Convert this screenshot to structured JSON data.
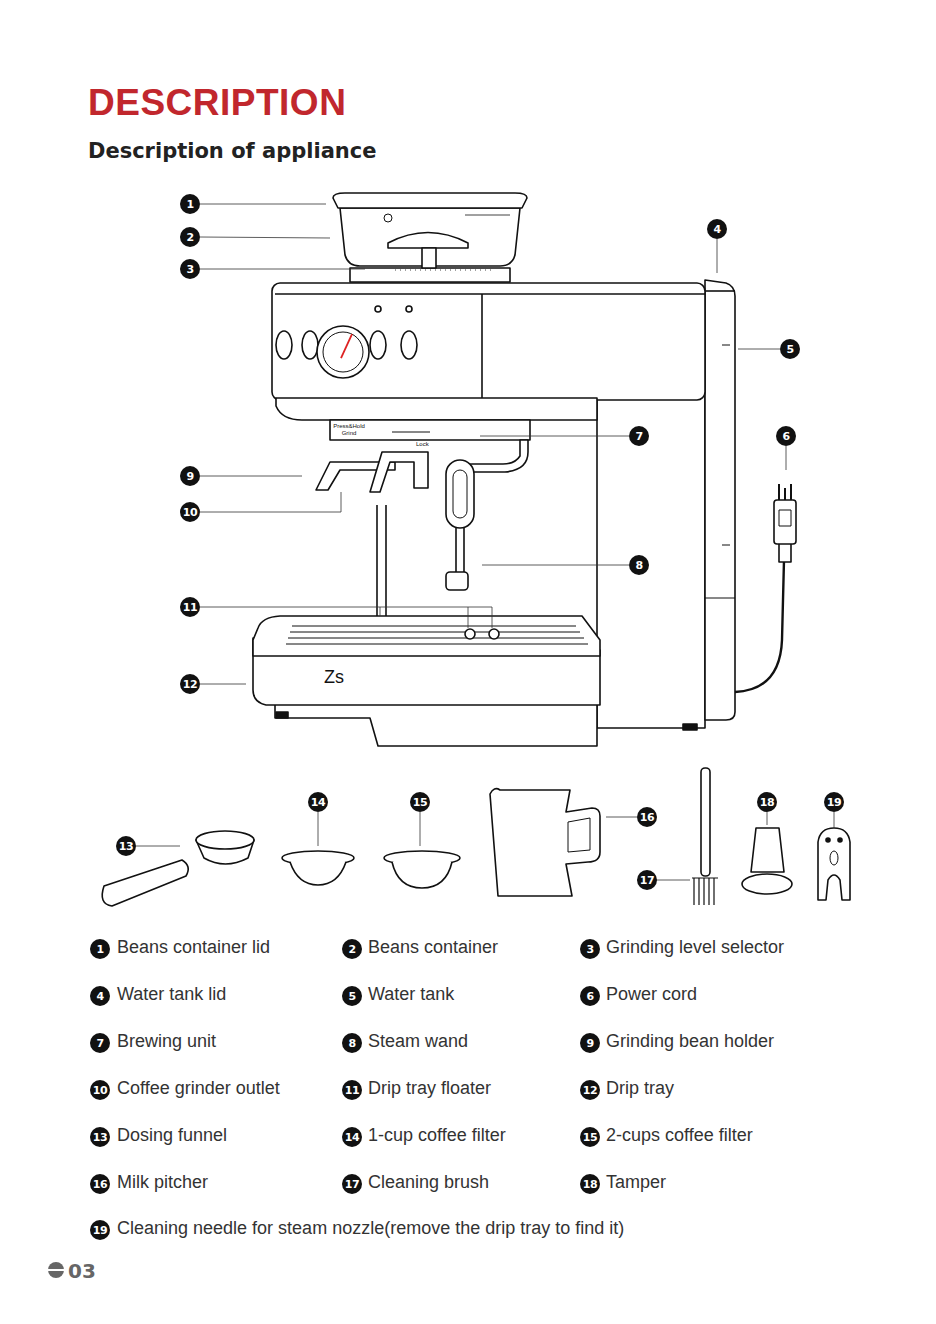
{
  "diagram": {
    "title": "DESCRIPTION",
    "nodes": [
      {
        "text": [
          "1"
        ]
      },
      {
        "text": [
          "4"
        ]
      },
      {
        "text": [
          "2"
        ]
      },
      {
        "text": [
          "3"
        ]
      },
      {
        "text": [
          "5"
        ]
      },
      {
        "text": [
          "6"
        ]
      },
      {
        "text": [
          "7"
        ]
      },
      {
        "text": [
          "9"
        ]
      },
      {
        "text": [
          "10"
        ]
      },
      {
        "text": [
          "8"
        ]
      },
      {
        "text": [
          "11"
        ]
      },
      {
        "text": [
          "12"
        ]
      },
      {
        "text": [
          "14"
        ]
      },
      {
        "text": [
          "15"
        ]
      },
      {
        "text": [
          "18"
        ]
      },
      {
        "text": [
          "19"
        ]
      },
      {
        "text": [
          "16"
        ]
      },
      {
        "text": [
          "13"
        ]
      },
      {
        "text": [
          "17"
        ]
      },
      {
        "text": [
          "1"
        ]
      },
      {
        "text": [
          "2"
        ]
      },
      {
        "text": [
          "3"
        ]
      },
      {
        "text": [
          "4"
        ]
      },
      {
        "text": [
          "5"
        ]
      },
      {
        "text": [
          "6"
        ]
      },
      {
        "text": [
          "7"
        ]
      },
      {
        "text": [
          "8"
        ]
      },
      {
        "text": [
          "9"
        ]
      },
      {
        "text": [
          "10"
        ]
      },
      {
        "text": [
          "11"
        ]
      },
      {
        "text": [
          "12"
        ]
      },
      {
        "text": [
          "13"
        ]
      },
      {
        "text": [
          "14"
        ]
      },
      {
        "text": [
          "15"
        ]
      },
      {
        "text": [
          "16"
        ]
      },
      {
        "text": [
          "17"
        ]
      },
      {
        "text": [
          "18"
        ]
      },
      {
        "text": [
          "19"
        ]
      }
    ],
    "labels": [
      "Description of appliance",
      "Press&Hold Grind",
      "Lock",
      "Zs",
      "Beans container lid",
      "Beans container",
      "Grinding level selector",
      "Water tank lid",
      "Water tank",
      "Power cord",
      "Brewing unit",
      "Steam wand",
      "Grinding bean holder",
      "Coffee grinder outlet",
      "Drip tray floater",
      "Drip tray",
      "Dosing funnel",
      "1-cup coffee filter",
      "2-cups coffee filter",
      "Milk pitcher",
      "Cleaning brush",
      "Tamper",
      "Cleaning needle for steam nozzle(remove the drip tray to find it)",
      "03"
    ]
  }
}
